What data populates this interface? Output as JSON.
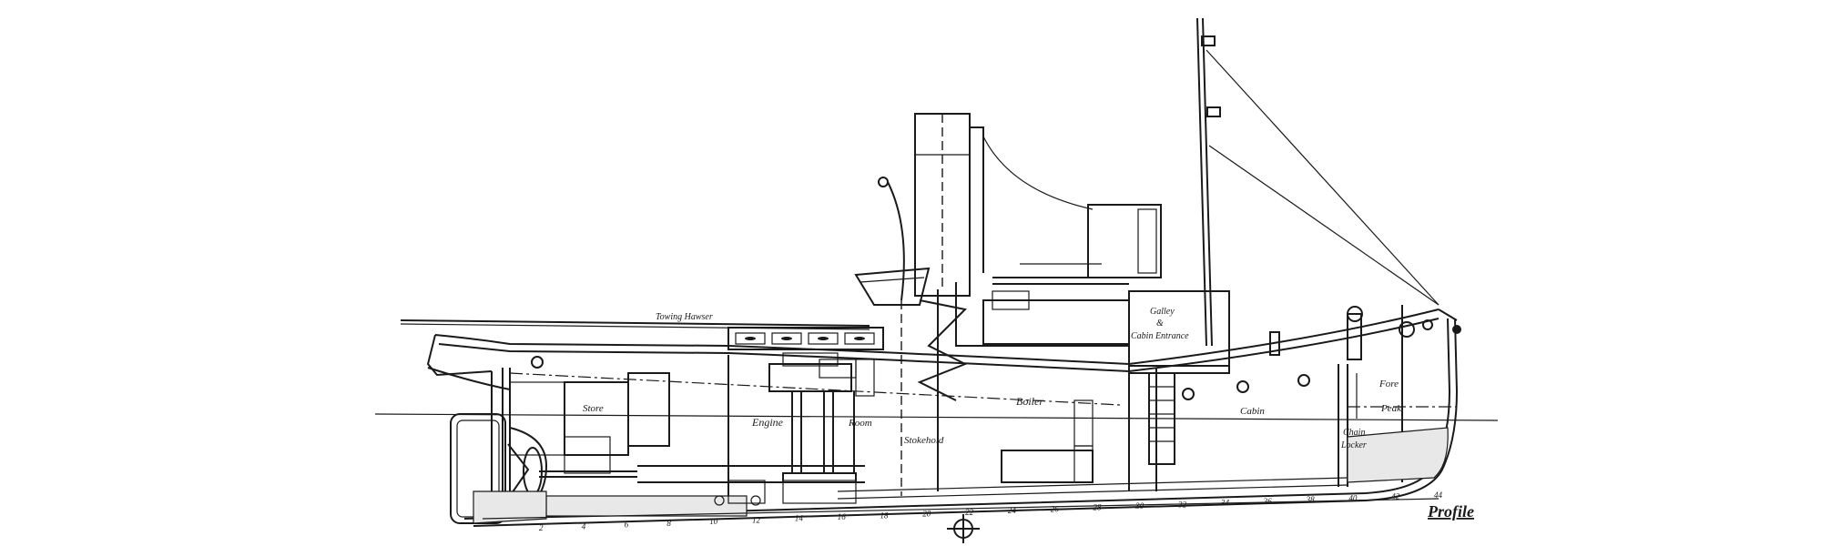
{
  "drawing": {
    "title": "Profile",
    "labels": {
      "towing_hawser": "Towing Hawser",
      "store": "Store",
      "engine": "Engine",
      "room": "Room",
      "stokehold": "Stokehold",
      "boiler": "Boiler",
      "galley": "Galley",
      "amp": "&",
      "cabin_entrance": "Cabin Entrance",
      "cabin": "Cabin",
      "fore": "Fore",
      "peak": "Peak",
      "chain": "Chain",
      "locker": "Locker"
    },
    "frame_numbers": [
      "2",
      "4",
      "6",
      "8",
      "10",
      "12",
      "14",
      "16",
      "18",
      "20",
      "22",
      "24",
      "26",
      "28",
      "30",
      "32",
      "34",
      "36",
      "38",
      "40",
      "42",
      "44"
    ]
  }
}
